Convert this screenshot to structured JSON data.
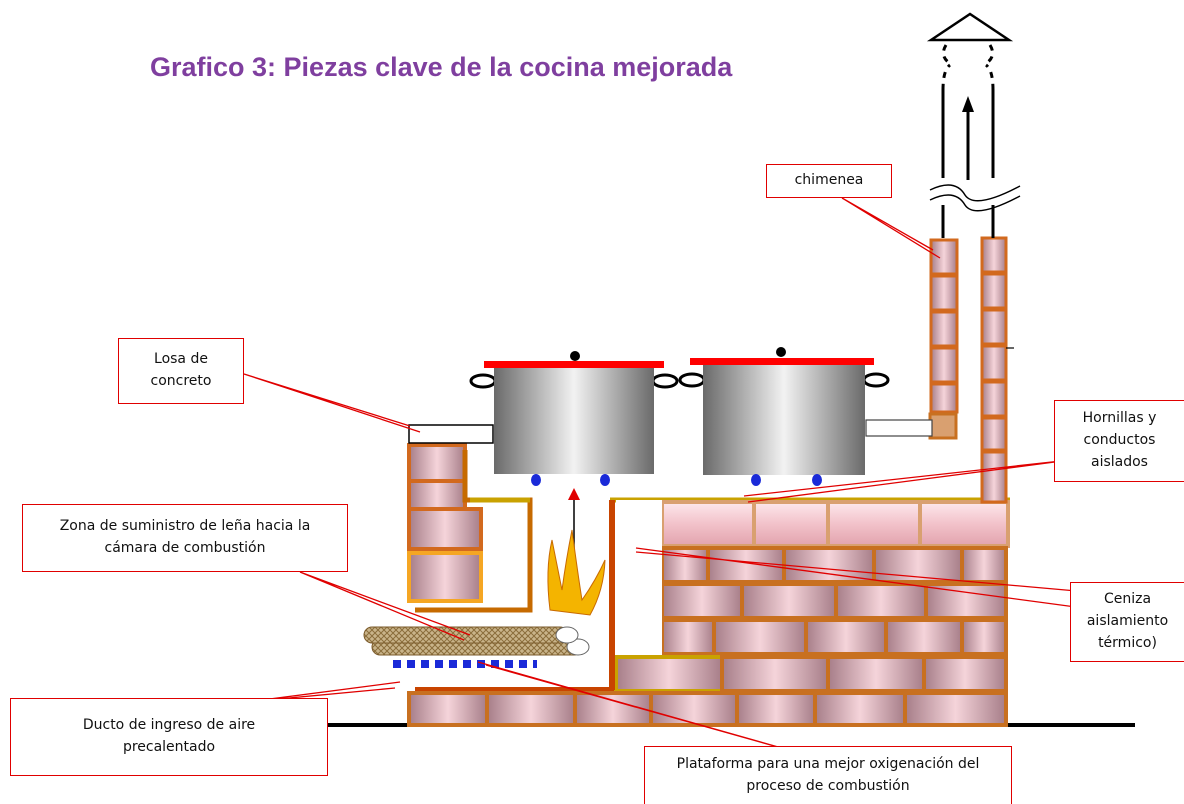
{
  "title": "Grafico 3: Piezas clave de la cocina mejorada",
  "labels": {
    "chimenea": "chimenea",
    "losa": [
      "Losa de",
      "concreto"
    ],
    "hornillas": [
      "Hornillas y",
      "conductos",
      "aislados"
    ],
    "zona": [
      "Zona de suministro de leña hacia la",
      "cámara de combustión"
    ],
    "ceniza": [
      "Ceniza",
      "aislamiento",
      "térmico)"
    ],
    "ducto": [
      "Ducto de ingreso de aire",
      "precalentado"
    ],
    "plataforma": [
      "Plataforma para una mejor oxigenación del",
      "proceso de combustión"
    ]
  },
  "colors": {
    "title": "#7f3f9f",
    "label_border": "#e00000",
    "brick_fill": "#f3c6cd",
    "brick_border": "#d2691e",
    "lid": "#ff0000",
    "pot": "#9a9a9a",
    "air_holes": "#1a2ad8",
    "flame": "#f4b400",
    "ground": "#000000"
  }
}
